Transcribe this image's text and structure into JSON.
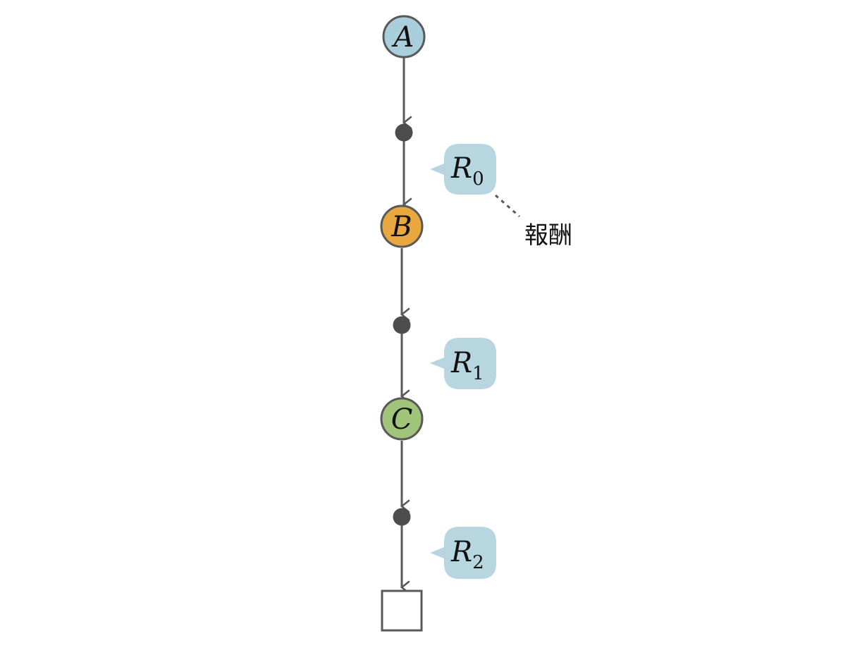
{
  "states": [
    {
      "id": "A",
      "label": "A",
      "color": "#a9cfdc"
    },
    {
      "id": "B",
      "label": "B",
      "color": "#e9a73f"
    },
    {
      "id": "C",
      "label": "C",
      "color": "#9fc47a"
    }
  ],
  "rewards": [
    {
      "symbol": "R",
      "subscript": "0"
    },
    {
      "symbol": "R",
      "subscript": "1"
    },
    {
      "symbol": "R",
      "subscript": "2"
    }
  ],
  "annotation": {
    "label": "報酬"
  },
  "colors": {
    "stroke": "#595959",
    "action_dot": "#4d4d4d",
    "reward_bubble": "#b7d6e0",
    "text": "#111111"
  }
}
